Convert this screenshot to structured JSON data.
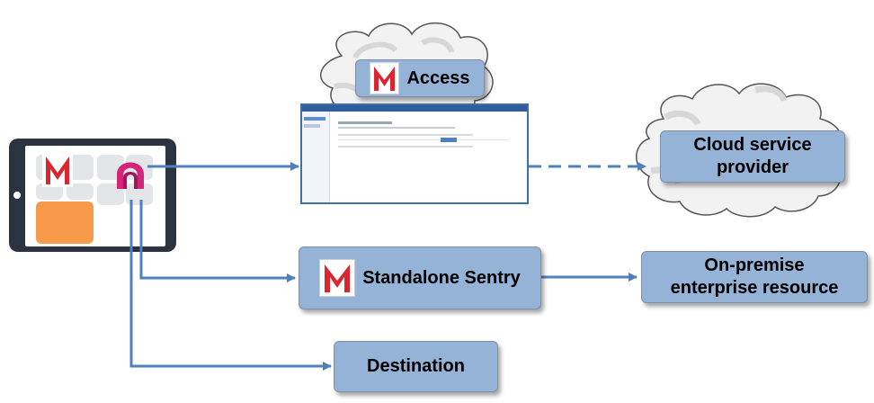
{
  "nodes": {
    "access": {
      "label": "Access"
    },
    "cloud_provider": {
      "label": "Cloud service\nprovider"
    },
    "standalone_sentry": {
      "label": "Standalone Sentry"
    },
    "on_premise": {
      "label": "On-premise\nenterprise resource"
    },
    "destination": {
      "label": "Destination"
    }
  },
  "icons": {
    "mobileiron_logo": "mobileiron-m-logo-icon",
    "tunnel_app": "tunnel-app-icon",
    "tablet": "tablet-device-icon",
    "cloud": "cloud-icon",
    "console": "admin-console-screenshot"
  },
  "colors": {
    "box_fill": "#95b3d7",
    "arrow": "#4f81bd",
    "logo_red": "#d9262f",
    "tunnel_magenta": "#d6247a",
    "tablet_body": "#2b3240",
    "app_orange": "#f79a4a"
  }
}
